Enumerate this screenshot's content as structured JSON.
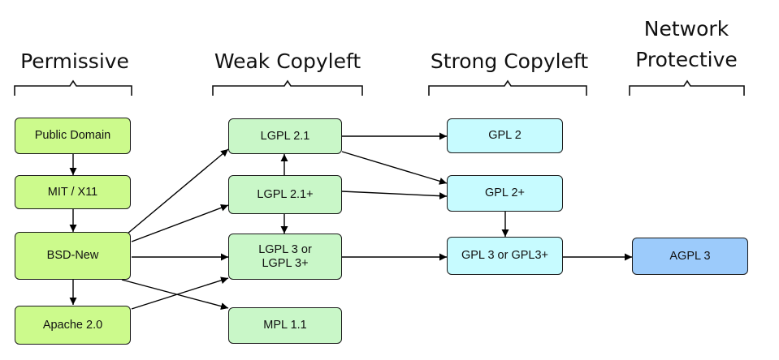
{
  "headers": {
    "permissive": "Permissive",
    "weak": "Weak Copyleft",
    "strong": "Strong Copyleft",
    "network_line1": "Network",
    "network_line2": "Protective"
  },
  "nodes": {
    "public_domain": "Public Domain",
    "mit": "MIT / X11",
    "bsd": "BSD-New",
    "apache": "Apache 2.0",
    "lgpl21": "LGPL 2.1",
    "lgpl21p": "LGPL 2.1+",
    "lgpl3_line1": "LGPL 3 or",
    "lgpl3_line2": "LGPL 3+",
    "mpl": "MPL 1.1",
    "gpl2": "GPL 2",
    "gpl2p": "GPL 2+",
    "gpl3": "GPL 3 or GPL3+",
    "agpl3": "AGPL 3"
  },
  "colors": {
    "permissive": "#ccfa8c",
    "weak_copyleft": "#c9f7c8",
    "strong_copyleft": "#c7fbff",
    "network_protective": "#9ccbfb"
  },
  "edges": [
    [
      "public_domain",
      "mit"
    ],
    [
      "mit",
      "bsd"
    ],
    [
      "bsd",
      "apache"
    ],
    [
      "bsd",
      "lgpl21"
    ],
    [
      "bsd",
      "lgpl21p"
    ],
    [
      "bsd",
      "lgpl3"
    ],
    [
      "bsd",
      "mpl"
    ],
    [
      "apache",
      "lgpl3"
    ],
    [
      "lgpl21p",
      "lgpl21"
    ],
    [
      "lgpl21p",
      "lgpl3"
    ],
    [
      "lgpl21",
      "gpl2"
    ],
    [
      "lgpl21",
      "gpl2p"
    ],
    [
      "lgpl21p",
      "gpl2p"
    ],
    [
      "gpl2p",
      "gpl3"
    ],
    [
      "lgpl3",
      "gpl3"
    ],
    [
      "gpl3",
      "agpl3"
    ]
  ]
}
